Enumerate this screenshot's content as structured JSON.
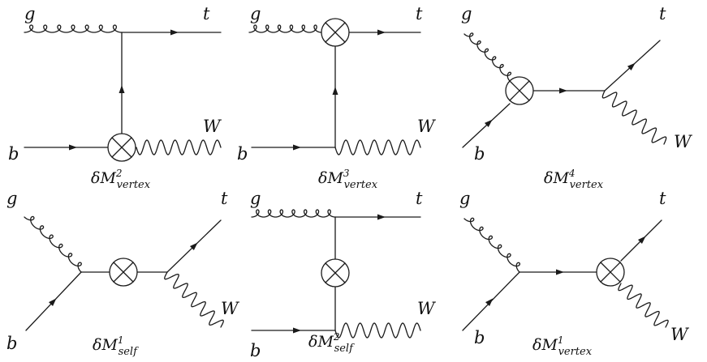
{
  "diagrams": [
    {
      "labels": {
        "g": "g",
        "t": "t",
        "b": "b",
        "w": "W"
      },
      "caption": {
        "delta": "δ",
        "main": "M",
        "sup": "2",
        "sub": "vertex"
      }
    },
    {
      "labels": {
        "g": "g",
        "t": "t",
        "b": "b",
        "w": "W"
      },
      "caption": {
        "delta": "δ",
        "main": "M",
        "sup": "3",
        "sub": "vertex"
      }
    },
    {
      "labels": {
        "g": "g",
        "t": "t",
        "b": "b",
        "w": "W"
      },
      "caption": {
        "delta": "δ",
        "main": "M",
        "sup": "4",
        "sub": "vertex"
      }
    },
    {
      "labels": {
        "g": "g",
        "t": "t",
        "b": "b",
        "w": "W"
      },
      "caption": {
        "delta": "δ",
        "main": "M",
        "sup": "1",
        "sub": "self"
      }
    },
    {
      "labels": {
        "g": "g",
        "t": "t",
        "b": "b",
        "w": "W"
      },
      "caption": {
        "delta": "δ",
        "main": "M",
        "sup": "2",
        "sub": "self"
      }
    },
    {
      "labels": {
        "g": "g",
        "t": "t",
        "b": "b",
        "w": "W"
      },
      "caption": {
        "delta": "δ",
        "main": "M",
        "sup": "1",
        "sub": "vertex"
      }
    }
  ]
}
